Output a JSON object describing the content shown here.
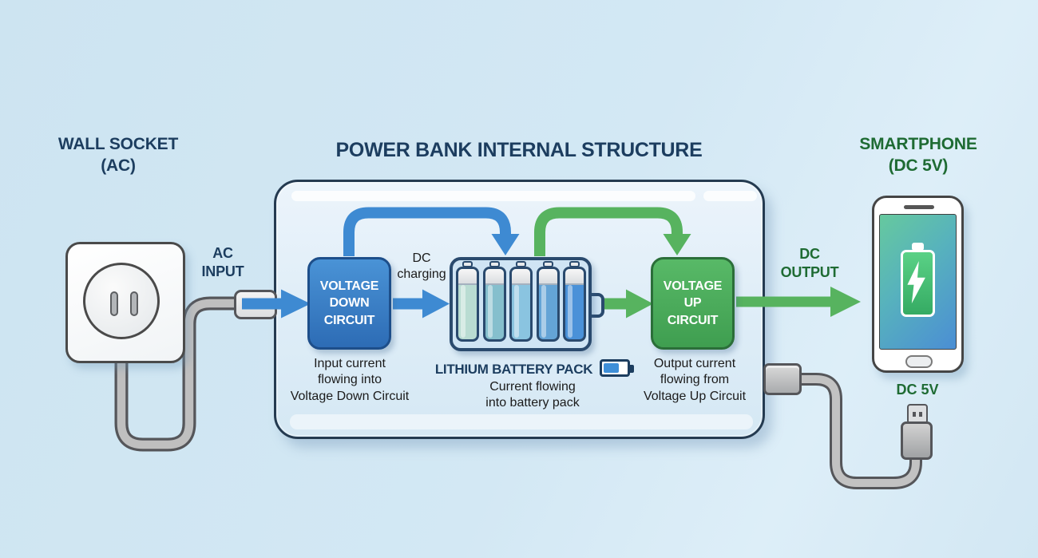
{
  "title": "POWER BANK INTERNAL STRUCTURE",
  "wall_socket": {
    "label": "WALL SOCKET\n(AC)"
  },
  "smartphone": {
    "label": "SMARTPHONE\n(DC 5V)",
    "connector_label": "DC 5V"
  },
  "flow_labels": {
    "ac_input": "AC\nINPUT",
    "dc_charging": "DC\ncharging",
    "dc_output": "DC\nOUTPUT"
  },
  "power_bank": {
    "voltage_down": {
      "label": "VOLTAGE\nDOWN\nCIRCUIT",
      "caption": "Input current\nflowing into\nVoltage Down Circuit"
    },
    "battery": {
      "label": "LITHIUM BATTERY PACK",
      "caption": "Current flowing\ninto battery pack",
      "cell_colors": [
        "#b9dcd2",
        "#85bfcd",
        "#8ac4e0",
        "#64a4d6",
        "#4a91d8"
      ],
      "icon_fill": "#3f8fd8"
    },
    "voltage_up": {
      "label": "VOLTAGE\nUP\nCIRCUIT",
      "caption": "Output current\nflowing from\nVoltage Up Circuit"
    }
  },
  "colors": {
    "navy_text": "#1c3d5f",
    "green_text": "#1e6b33",
    "blue_arrow": "#3e8ad2",
    "green_arrow": "#57b35f"
  }
}
